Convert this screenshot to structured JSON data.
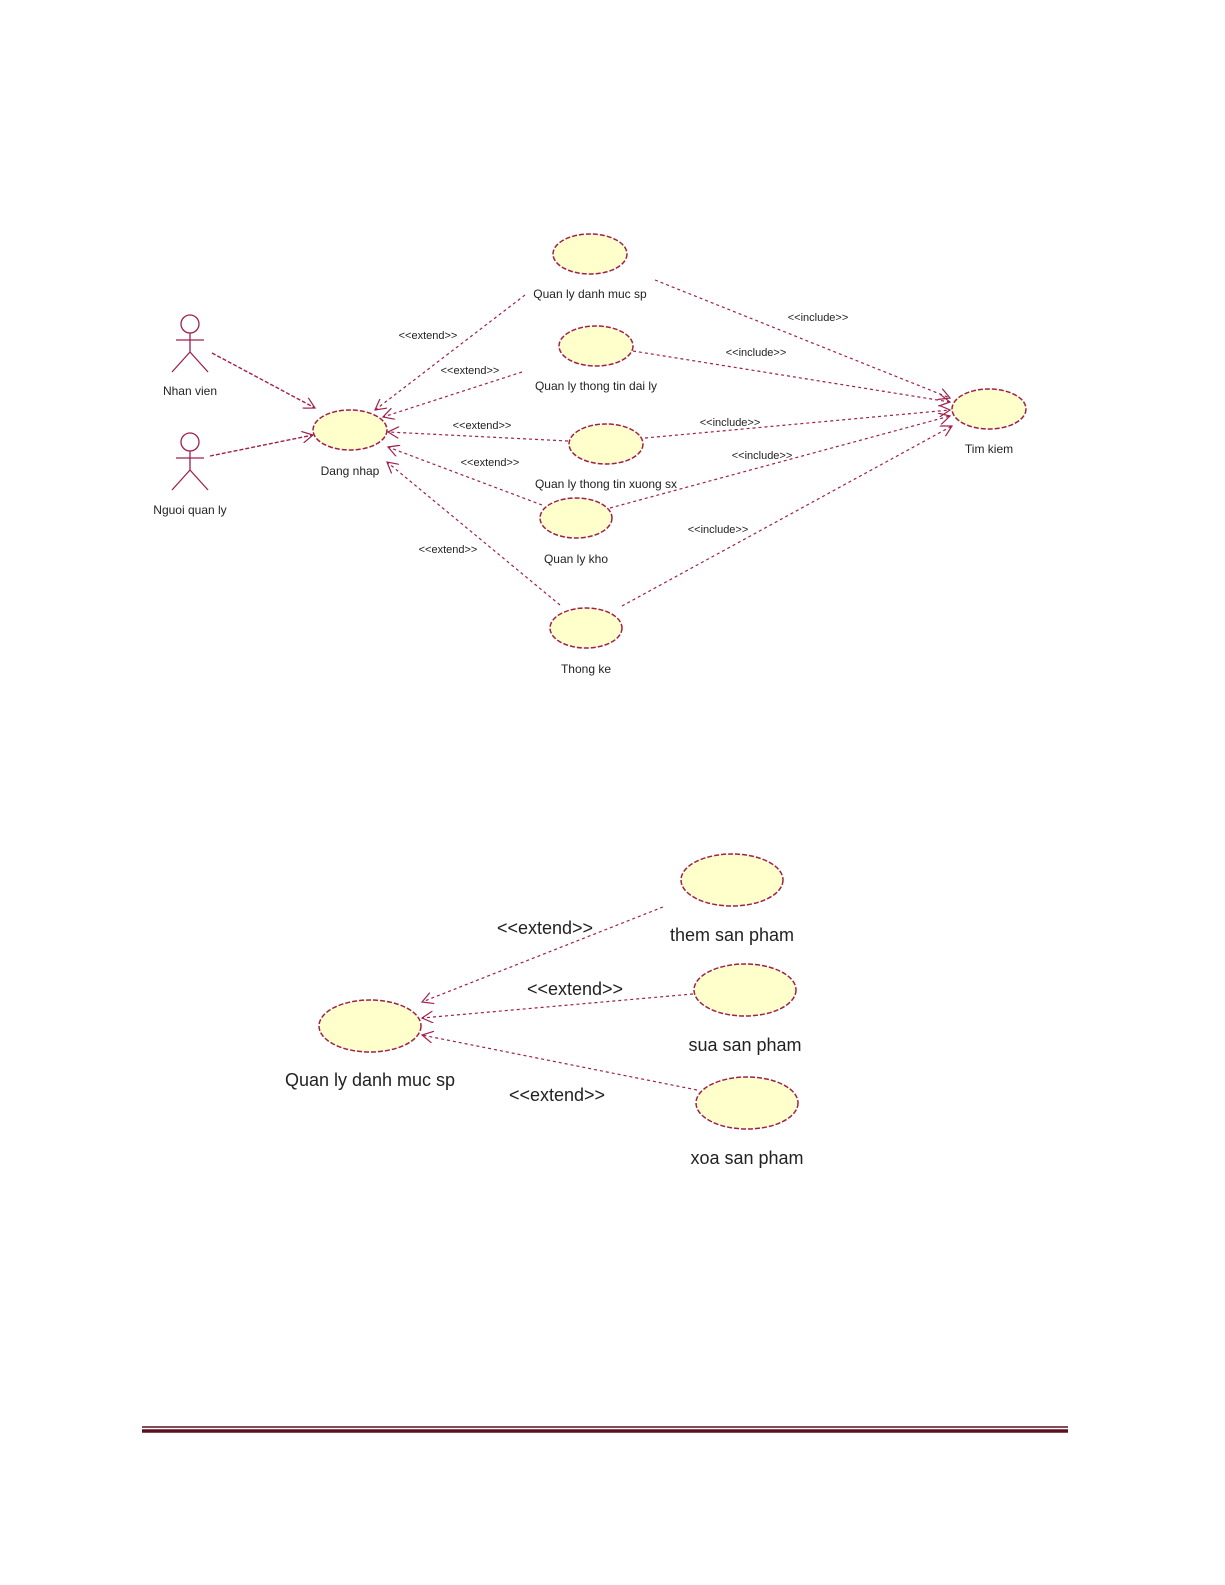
{
  "diagram1": {
    "actors": [
      "Nhan vien",
      "Nguoi quan ly"
    ],
    "use_cases": {
      "login": "Dang nhap",
      "category": "Quan ly danh muc sp",
      "agency": "Quan ly thong tin dai ly",
      "factory": "Quan ly thong tin xuong sx",
      "warehouse": "Quan ly kho",
      "stats": "Thong ke",
      "search": "Tim kiem"
    },
    "extend_label": "<<extend>>",
    "include_label": "<<include>>"
  },
  "diagram2": {
    "use_cases": {
      "category": "Quan ly danh muc sp",
      "add": "them san pham",
      "edit": "sua san pham",
      "delete": "xoa san pham"
    },
    "extend_label": "<<extend>>"
  },
  "colors": {
    "line": "#a0204a",
    "usecase_fill": "#ffffcc",
    "footer": "#5a1020"
  }
}
